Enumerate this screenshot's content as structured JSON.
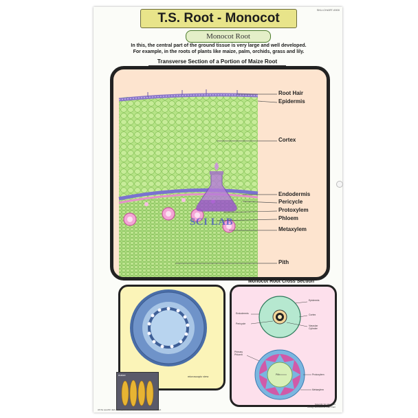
{
  "chart": {
    "title": "T.S. Root - Monocot",
    "code": "SKU-CHART-0000",
    "subtitle": "Monocot Root",
    "intro_line1": "In this, the central part of the ground tissue is very large and well developed.",
    "intro_line2": "For example, in the roots of plants like maize, palm, orchids, grass and lily.",
    "section_title": "Transverse Section of a Portion of Maize Root",
    "labels": {
      "root_hair": "Root Hair",
      "epidermis": "Epidermis",
      "cortex": "Cortex",
      "endodermis": "Endodermis",
      "pericycle": "Pericycle",
      "protoxylem": "Protoxylem",
      "phloem": "Phloem",
      "metaxylem": "Metaxylem",
      "pith": "Pith"
    },
    "watermark": "SCI LAB",
    "left_panel": {
      "maize_tag": "maize",
      "caption": "microscopic view"
    },
    "right_panel": {
      "title": "Monocot Root Cross Section",
      "top_labels": {
        "epidermis": "Epidermis",
        "cortex": "Cortex",
        "endodermis": "Endodermis",
        "pericycle": "Pericycle",
        "vascular": "Vascular",
        "cylinder": "Cylinder"
      },
      "bottom_labels": {
        "primary": "Primary",
        "phloem": "Phloem",
        "pith": "Pith",
        "protoxylem": "Protoxylem",
        "metaxylem": "Metaxylem"
      }
    },
    "footer": "All the specific dark of this printable document should not be modified.",
    "credit_1": "Scientific Sci-lab Chart",
    "credit_2": "Biology Educational Wall Chart"
  },
  "colors": {
    "banner": "#e8e48a",
    "frame_bg": "#fde4cf",
    "cortex_green": "#a6dc73",
    "endodermis_purple": "#8a7fd8",
    "phloem_pink": "#f2a8d6",
    "right_panel_bg": "#fde0ec",
    "left_panel_bg": "#fbf4b8"
  }
}
